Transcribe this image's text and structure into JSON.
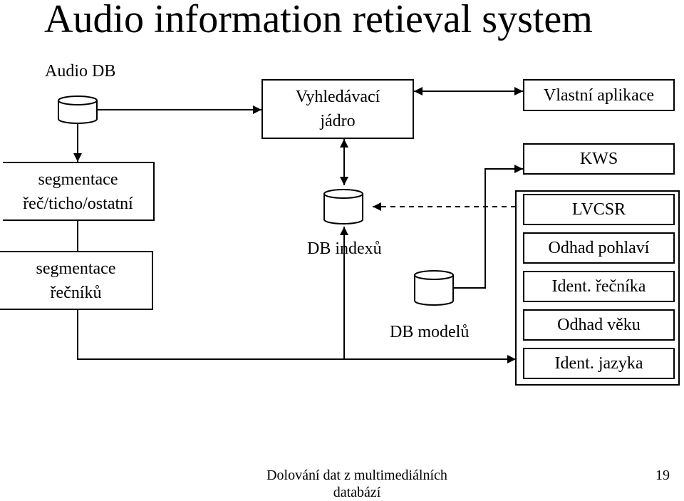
{
  "title": "Audio information retieval system",
  "audio_db": {
    "label": "Audio DB",
    "icon": "database-icon"
  },
  "segmentace_rec": {
    "line1": "segmentace",
    "line2": "řeč/ticho/ostatní"
  },
  "segmentace_recniku": {
    "line1": "segmentace",
    "line2": "řečníků"
  },
  "search_core": {
    "line1": "Vyhledávací",
    "line2": "jádro"
  },
  "db_index": {
    "label": "DB indexů",
    "icon": "database-icon"
  },
  "db_models": {
    "label": "DB modelů",
    "icon": "database-icon"
  },
  "app": {
    "label": "Vlastní aplikace"
  },
  "modules": [
    "KWS",
    "LVCSR",
    "Odhad pohlaví",
    "Ident. řečníka",
    "Odhad věku",
    "Ident. jazyka"
  ],
  "footer": {
    "line1": "Dolování dat z multimediálních",
    "line2": "databází",
    "page": "19"
  }
}
